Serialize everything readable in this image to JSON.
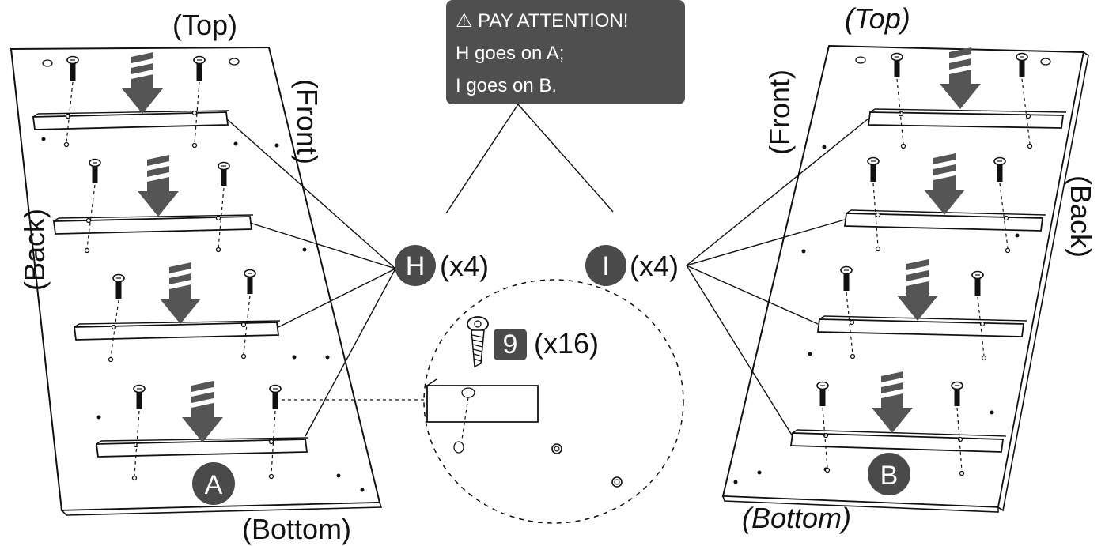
{
  "warning": {
    "title": "⚠ PAY ATTENTION!",
    "line1": "H goes on A;",
    "line2": "I goes on B."
  },
  "left_panel": {
    "part_label": "A",
    "top": "(Top)",
    "bottom": "(Bottom)",
    "front": "(Front)",
    "back": "(Back)"
  },
  "right_panel": {
    "part_label": "B",
    "top": "(Top)",
    "bottom": "(Bottom)",
    "front": "(Front)",
    "back": "(Back)"
  },
  "part_h": {
    "label": "H",
    "count": "(x4)"
  },
  "part_i": {
    "label": "I",
    "count": "(x4)"
  },
  "screw": {
    "label": "9",
    "count": "(x16)"
  },
  "colors": {
    "badge": "#4a4a4a",
    "note": "#4f4f4f",
    "ink": "#111111"
  }
}
